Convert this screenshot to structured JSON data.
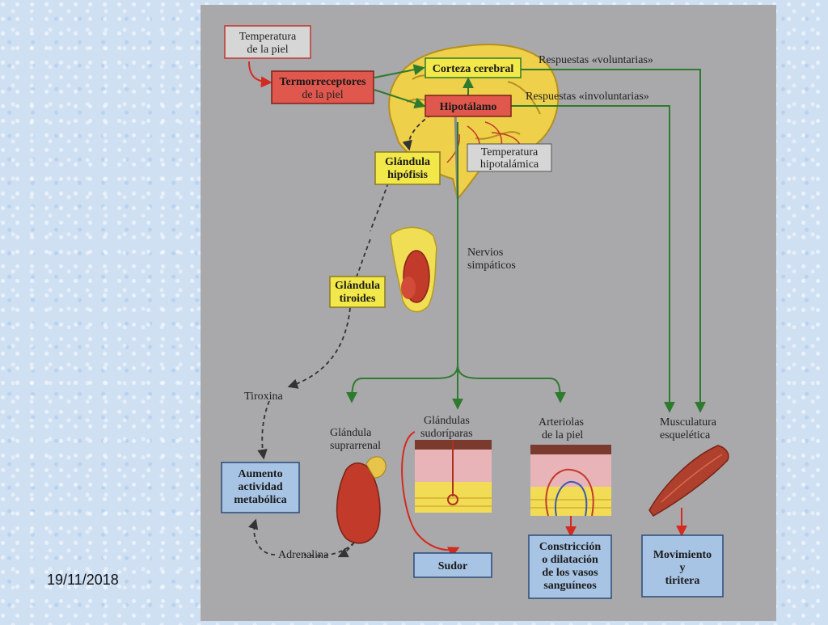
{
  "slide": {
    "date": "19/11/2018"
  },
  "diagram": {
    "boxes": {
      "skin_temp": [
        "Temperatura",
        "de la piel"
      ],
      "thermoreceptors": [
        "Termorreceptores",
        "de la piel"
      ],
      "cortex": [
        "Corteza cerebral"
      ],
      "hypothalamus": [
        "Hipotálamo"
      ],
      "hypo_temp": [
        "Temperatura",
        "hipotalámica"
      ],
      "pituitary": [
        "Glándula",
        "hipófisis"
      ],
      "thyroid": [
        "Glándula",
        "tiroides"
      ],
      "metabolic": [
        "Aumento",
        "actividad",
        "metabólica"
      ],
      "sweat": [
        "Sudor"
      ],
      "vessels": [
        "Constricción",
        "o dilatación",
        "de los vasos",
        "sanguíneos"
      ],
      "movement": [
        "Movimiento",
        "y",
        "tiritera"
      ]
    },
    "labels": {
      "voluntary": "Respuestas «voluntarias»",
      "involuntary": "Respuestas «involuntarias»",
      "sympathetic": [
        "Nervios",
        "simpáticos"
      ],
      "thyroxine": "Tiroxina",
      "adrenaline": "Adrenalina",
      "adrenal": [
        "Glándula",
        "suprarrenal"
      ],
      "sweat_glands": [
        "Glándulas",
        "sudoríparas"
      ],
      "arterioles": [
        "Arteriolas",
        "de la piel"
      ],
      "muscle": [
        "Musculatura",
        "esquelética"
      ]
    },
    "colors": {
      "panel": "#a9a9ab",
      "yellow_box": "#f3e84a",
      "red_box": "#e0574d",
      "blue_box": "#a8c4e4",
      "green_arrow": "#2e7a2e",
      "red_arrow": "#d22b20"
    }
  }
}
